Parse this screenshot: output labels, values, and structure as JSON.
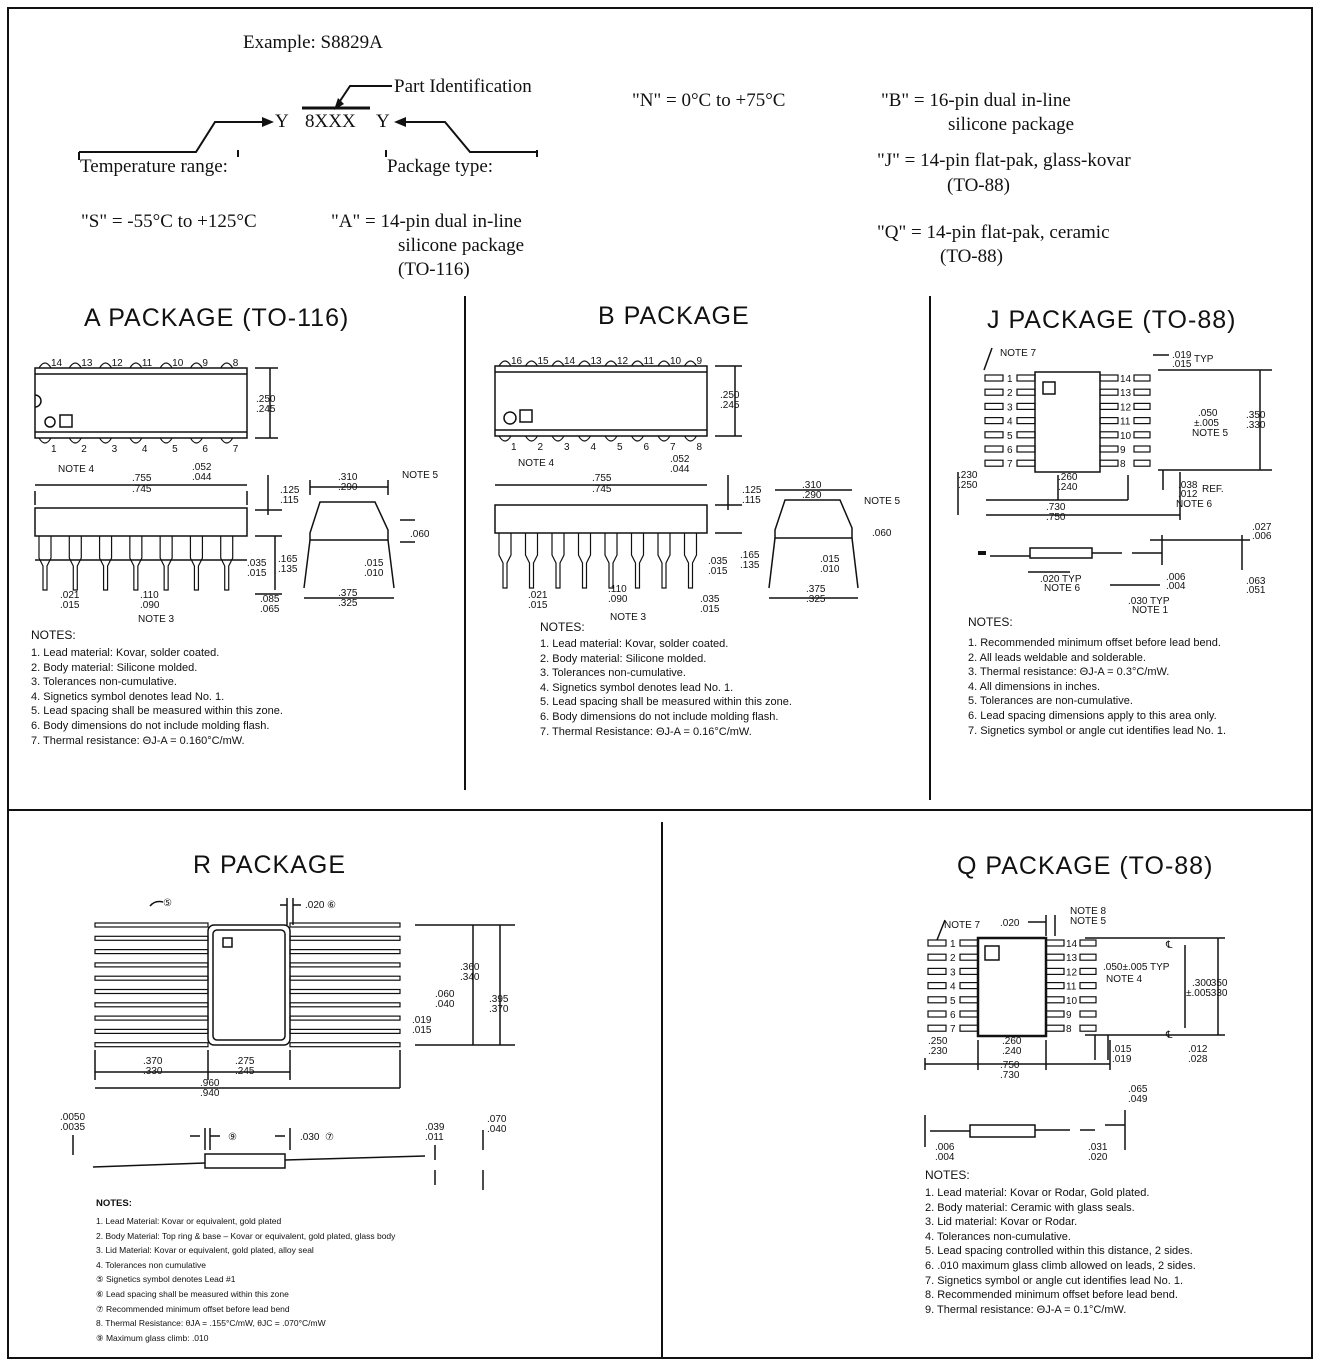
{
  "header": {
    "example": "Example:  S8829A",
    "part_id": "Part Identification",
    "code": "8XXX",
    "y_left": "Y",
    "y_right": "Y",
    "temp_range": "Temperature range:",
    "pkg_type": "Package type:",
    "s_def": "\"S\" = -55°C to +125°C",
    "n_def": "\"N\" =   0°C to +75°C",
    "a_def": "\"A\" = 14-pin dual in-line",
    "a_def2": "silicone package",
    "a_def3": "(TO-116)",
    "b_def": "\"B\" = 16-pin dual in-line",
    "b_def2": "silicone package",
    "j_def": "\"J\" = 14-pin flat-pak, glass-kovar",
    "j_def2": "(TO-88)",
    "q_def": "\"Q\" = 14-pin flat-pak, ceramic",
    "q_def2": "(TO-88)"
  },
  "packages": {
    "a": {
      "title": "A PACKAGE   (TO-116)",
      "top_pins": [
        "14",
        "13",
        "12",
        "11",
        "10",
        "9",
        "8"
      ],
      "bottom_pins": [
        "1",
        "2",
        "3",
        "4",
        "5",
        "6",
        "7"
      ],
      "dims": {
        "height1": ".250",
        "height2": ".245",
        "note4": "NOTE 4",
        "pitch1": ".052",
        "pitch2": ".044",
        "len1": ".755",
        "len2": ".745",
        "d125": ".125",
        "d115": ".115",
        "d035": ".035",
        "d015": ".015",
        "d165": ".165",
        "d135": ".135",
        "d021": ".021",
        "d015b": ".015",
        "d110": ".110",
        "d090": ".090",
        "note3": "NOTE 3",
        "d085": ".085",
        "d065": ".065",
        "w310": ".310",
        "w290": ".290",
        "note5": "NOTE 5",
        "d060": ".060",
        "d015c": ".015",
        "d010": ".010",
        "d375": ".375",
        "d325": ".325"
      },
      "notes_title": "NOTES:",
      "notes": [
        "1. Lead material:  Kovar, solder coated.",
        "2. Body material:  Silicone molded.",
        "3. Tolerances non-cumulative.",
        "4. Signetics symbol denotes lead No. 1.",
        "5. Lead spacing shall be measured within this zone.",
        "6. Body dimensions do not include molding flash.",
        "7. Thermal resistance: ΘJ-A = 0.160°C/mW."
      ]
    },
    "b": {
      "title": "B PACKAGE",
      "top_pins": [
        "16",
        "15",
        "14",
        "13",
        "12",
        "11",
        "10",
        "9"
      ],
      "bottom_pins": [
        "1",
        "2",
        "3",
        "4",
        "5",
        "6",
        "7",
        "8"
      ],
      "dims": {
        "height1": ".250",
        "height2": ".245",
        "note4": "NOTE 4",
        "pitch1": ".052",
        "pitch2": ".044",
        "len1": ".755",
        "len2": ".745",
        "d125": ".125",
        "d115": ".115",
        "d035": ".035",
        "d015": ".015",
        "d165": ".165",
        "d135": ".135",
        "d021": ".021",
        "d015b": ".015",
        "d110": ".110",
        "d090": ".090",
        "note3": "NOTE 3",
        "d035b": ".035",
        "d015c": ".015",
        "w310": ".310",
        "w290": ".290",
        "note5": "NOTE 5",
        "d060": ".060",
        "d015d": ".015",
        "d010": ".010",
        "d375": ".375",
        "d325": ".325"
      },
      "notes_title": "NOTES:",
      "notes": [
        "1. Lead material:  Kovar, solder coated.",
        "2. Body material: Silicone molded.",
        "3. Tolerances non-cumulative.",
        "4. Signetics symbol denotes lead No. 1.",
        "5. Lead spacing shall be measured within this zone.",
        "6. Body dimensions do not include molding flash.",
        "7. Thermal Resistance: ΘJ-A  = 0.16°C/mW."
      ]
    },
    "j": {
      "title": "J PACKAGE   (TO-88)",
      "left_pins": [
        "1",
        "2",
        "3",
        "4",
        "5",
        "6",
        "7"
      ],
      "right_pins": [
        "14",
        "13",
        "12",
        "11",
        "10",
        "9",
        "8"
      ],
      "dims": {
        "note7": "NOTE 7",
        "d019": ".019",
        "d015": ".015",
        "typ": "TYP",
        "d050": ".050",
        "d005": "±.005",
        "note5": "NOTE 5",
        "d350": ".350",
        "d330": ".330",
        "d230": ".230",
        "d250": ".250",
        "d260": ".260",
        "d240": ".240",
        "d038": ".038",
        "d012": ".012",
        "ref": "REF.",
        "note6": "NOTE 6",
        "d730": ".730",
        "d750": ".750",
        "d027": ".027",
        "d006": ".006",
        "d020typ": ".020 TYP",
        "note6b": "NOTE 6",
        "d006b": ".006",
        "d004": ".004",
        "d030typ": ".030 TYP",
        "note1": "NOTE 1",
        "d063": ".063",
        "d051": ".051"
      },
      "notes_title": "NOTES:",
      "notes": [
        "1. Recommended minimum offset before lead bend.",
        "2. All leads weldable and solderable.",
        "3. Thermal resistance: ΘJ-A = 0.3°C/mW.",
        "4. All dimensions in inches.",
        "5. Tolerances are non-cumulative.",
        "6. Lead spacing dimensions apply to this area only.",
        "7. Signetics symbol or angle cut identifies lead No. 1."
      ]
    },
    "r": {
      "title": "R PACKAGE",
      "dims": {
        "c5": "⑤",
        "d020": ".020",
        "c6": "⑥",
        "d360": ".360",
        "d340": ".340",
        "d060": ".060",
        "d040": ".040",
        "d395": ".395",
        "d370": ".370",
        "d019": ".019",
        "d015": ".015",
        "d370b": ".370",
        "d330": ".330",
        "d275": ".275",
        "d245": ".245",
        "d960": ".960",
        "d940": ".940",
        "d0050": ".0050",
        "d0035": ".0035",
        "c9": "⑨",
        "d030": ".030",
        "c7": "⑦",
        "d039": ".039",
        "d011": ".011",
        "d070": ".070",
        "d040b": ".040"
      },
      "notes_title": "NOTES:",
      "notes": [
        "1.   Lead Material:  Kovar or equivalent, gold plated",
        "2.   Body Material:  Top ring & base – Kovar or equivalent, gold plated, glass body",
        "3.   Lid Material:  Kovar or equivalent, gold plated, alloy seal",
        "4.   Tolerances non cumulative",
        "⑤  Signetics symbol denotes Lead #1",
        "⑥  Lead spacing shall be measured within this zone",
        "⑦  Recommended minimum offset before lead bend",
        "8.   Thermal Resistance:  θJA = .155°C/mW, θJC = .070°C/mW",
        "⑨  Maximum glass climb:  .010"
      ]
    },
    "q": {
      "title": "Q PACKAGE   (TO-88)",
      "left_pins": [
        "1",
        "2",
        "3",
        "4",
        "5",
        "6",
        "7"
      ],
      "right_pins": [
        "14",
        "13",
        "12",
        "11",
        "10",
        "9",
        "8"
      ],
      "dims": {
        "note7": "NOTE 7",
        "d020": ".020",
        "note8": "NOTE 8",
        "note5": "NOTE 5",
        "d050": ".050±.005 TYP",
        "note4": "NOTE 4",
        "d300": ".300",
        "d005": "±.005",
        "d350": ".350",
        "d330": ".330",
        "d250": ".250",
        "d230": ".230",
        "d260": ".260",
        "d240": ".240",
        "d015": ".015",
        "d019": ".019",
        "d012": ".012",
        "d028": ".028",
        "d750": ".750",
        "d730": ".730",
        "d065": ".065",
        "d049": ".049",
        "d006": ".006",
        "d004": ".004",
        "d031": ".031",
        "d020b": ".020",
        "cl": "℄"
      },
      "notes_title": "NOTES:",
      "notes": [
        "1. Lead material: Kovar or Rodar, Gold plated.",
        "2. Body material: Ceramic with glass seals.",
        "3. Lid material:  Kovar or Rodar.",
        "4. Tolerances non-cumulative.",
        "5. Lead spacing controlled within this distance, 2 sides.",
        "6. .010 maximum glass climb allowed on leads, 2 sides.",
        "7. Signetics symbol or angle cut identifies lead No. 1.",
        "8. Recommended minimum offset before lead bend.",
        "9. Thermal resistance: ΘJ-A = 0.1°C/mW."
      ]
    }
  }
}
